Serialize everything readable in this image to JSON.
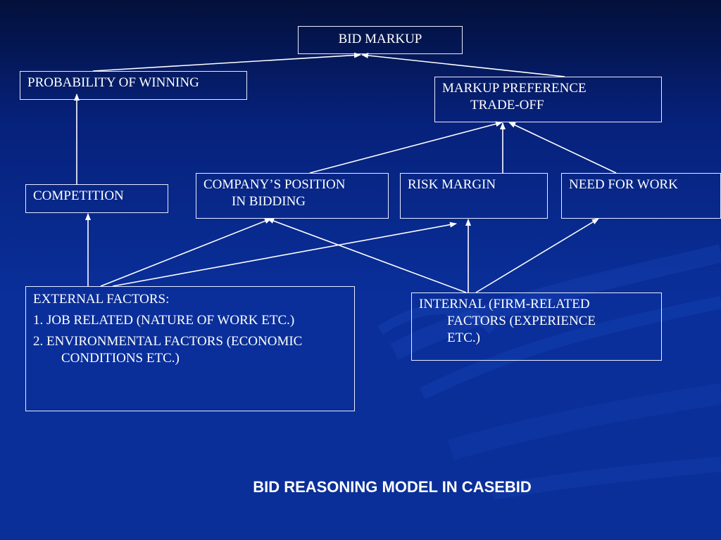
{
  "diagram": {
    "nodes": {
      "bid_markup": {
        "label": "BID MARKUP"
      },
      "probability_of_winning": {
        "label": "PROBABILITY OF WINNING"
      },
      "markup_preference": {
        "lines": [
          "MARKUP PREFERENCE",
          "TRADE-OFF"
        ]
      },
      "competition": {
        "label": "COMPETITION"
      },
      "company_position": {
        "lines": [
          "COMPANY’S POSITION",
          "IN BIDDING"
        ]
      },
      "risk_margin": {
        "label": "RISK MARGIN"
      },
      "need_for_work": {
        "label": "NEED FOR WORK"
      },
      "external_factors": {
        "title": "EXTERNAL FACTORS:",
        "items": [
          "1. JOB RELATED (NATURE OF WORK ETC.)",
          "2. ENVIRONMENTAL FACTORS (ECONOMIC CONDITIONS ETC.)"
        ]
      },
      "internal_factors": {
        "label": "INTERNAL (FIRM-RELATED FACTORS (EXPERIENCE ETC.)"
      }
    },
    "edges": [
      {
        "from": "probability_of_winning",
        "to": "bid_markup"
      },
      {
        "from": "markup_preference",
        "to": "bid_markup"
      },
      {
        "from": "competition",
        "to": "probability_of_winning"
      },
      {
        "from": "company_position",
        "to": "markup_preference"
      },
      {
        "from": "risk_margin",
        "to": "markup_preference"
      },
      {
        "from": "need_for_work",
        "to": "markup_preference"
      },
      {
        "from": "external_factors",
        "to": "competition"
      },
      {
        "from": "external_factors",
        "to": "company_position"
      },
      {
        "from": "external_factors",
        "to": "risk_margin"
      },
      {
        "from": "internal_factors",
        "to": "company_position"
      },
      {
        "from": "internal_factors",
        "to": "risk_margin"
      },
      {
        "from": "internal_factors",
        "to": "need_for_work"
      }
    ],
    "caption": "BID REASONING MODEL IN CASEBID"
  },
  "colors": {
    "background": "#0a2f9a",
    "box_border": "#e8ecff",
    "text": "#ffffff"
  }
}
